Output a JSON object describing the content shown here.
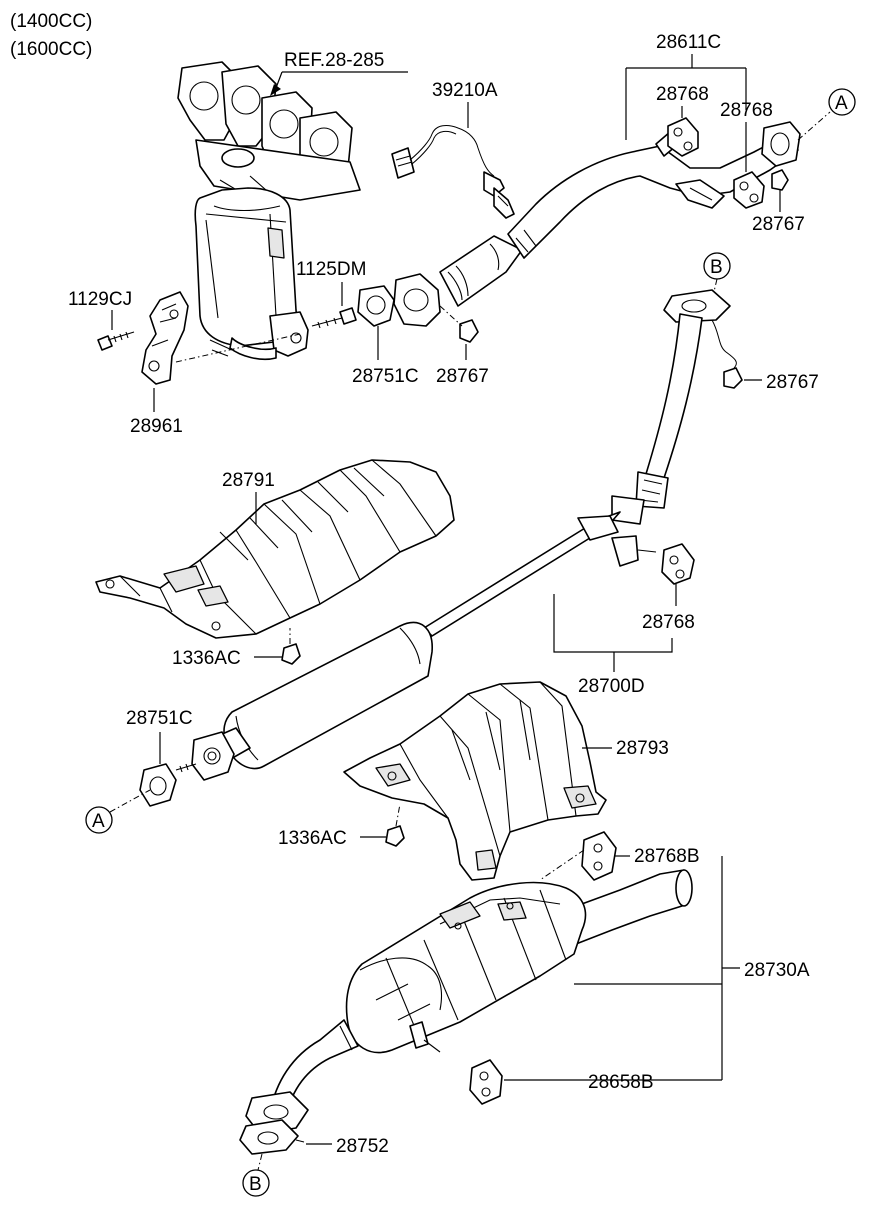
{
  "engine_notes": [
    "(1400CC)",
    "(1600CC)"
  ],
  "reference": "REF.28-285",
  "connectors": [
    "A",
    "B"
  ],
  "parts": {
    "front_pipe": "28611C",
    "hanger_front_left": "28768",
    "hanger_front_right": "28768",
    "nut_front_right": "28767",
    "oxygen_sensor": "39210A",
    "stud_bolt": "1125DM",
    "bolt": "1129CJ",
    "bracket": "28961",
    "gasket_front": "28751C",
    "nut_flange": "28767",
    "nut_connector_b": "28767",
    "heat_protector_center": "28791",
    "nut_center": "1336AC",
    "center_hanger": "28768",
    "center_muffler": "28700D",
    "gasket_center": "28751C",
    "heat_protector_rear": "28793",
    "nut_rear": "1336AC",
    "rear_hanger": "28768B",
    "main_muffler": "28730A",
    "muffler_hanger": "28658B",
    "tail_gasket": "28752"
  }
}
